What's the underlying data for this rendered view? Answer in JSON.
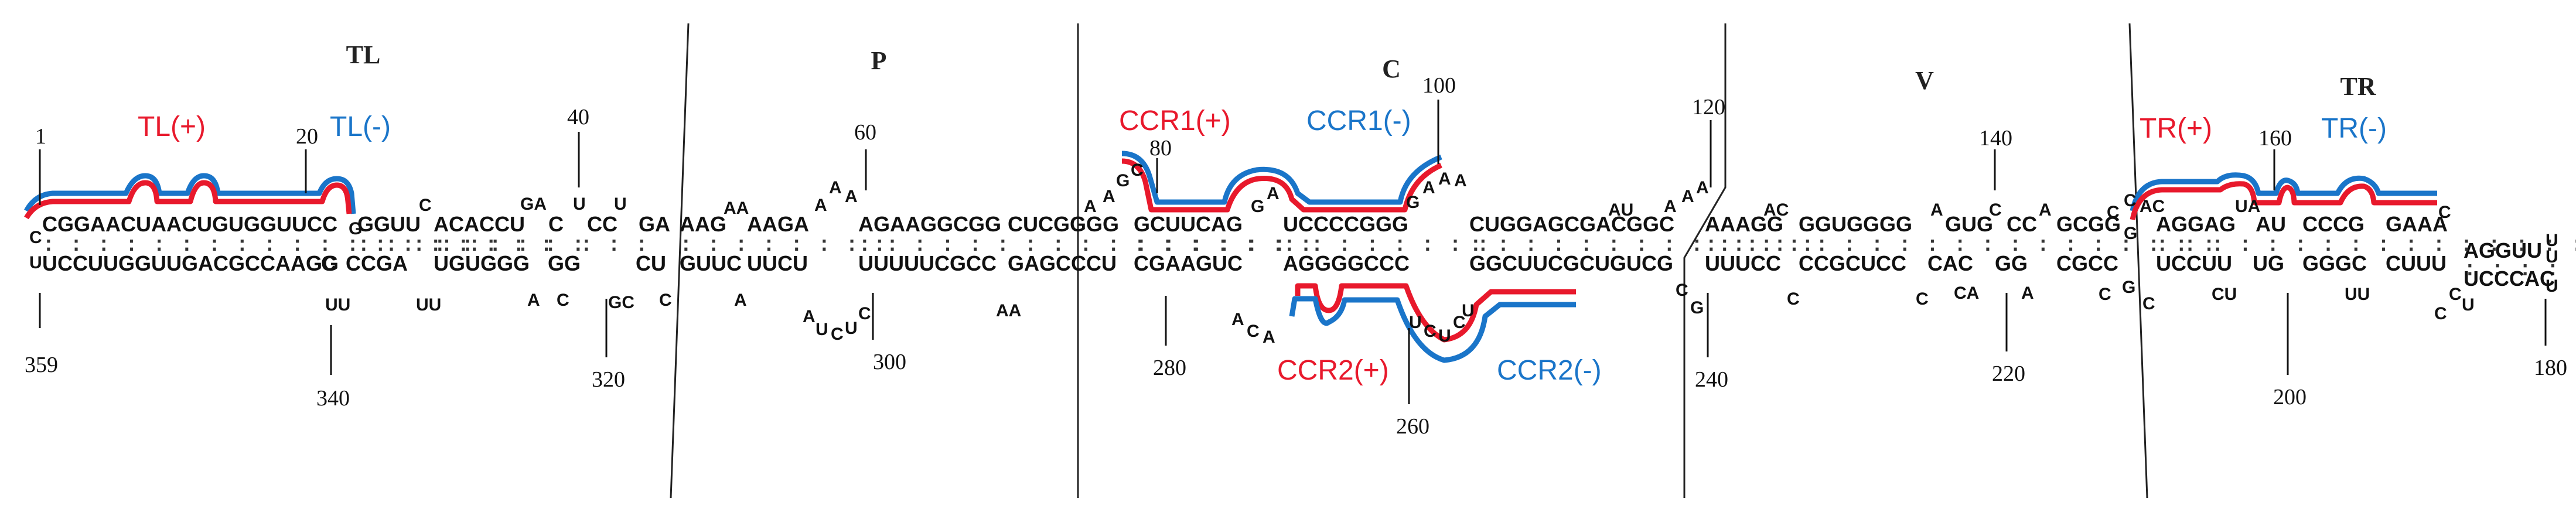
{
  "colors": {
    "plus_strand": "#e8192c",
    "minus_strand": "#1a75c9",
    "text": "#111111"
  },
  "domains": {
    "TL": "TL",
    "P": "P",
    "C": "C",
    "V": "V",
    "TR": "TR"
  },
  "regions": {
    "tl_plus": "TL(+)",
    "tl_minus": "TL(-)",
    "ccr1_plus": "CCR1(+)",
    "ccr1_minus": "CCR1(-)",
    "ccr2_plus": "CCR2(+)",
    "ccr2_minus": "CCR2(-)",
    "tr_plus": "TR(+)",
    "tr_minus": "TR(-)"
  },
  "positions": {
    "p1": "1",
    "p20": "20",
    "p40": "40",
    "p60": "60",
    "p80": "80",
    "p100": "100",
    "p120": "120",
    "p140": "140",
    "p160": "160",
    "p180": "180",
    "p200": "200",
    "p220": "220",
    "p240": "240",
    "p260": "260",
    "p280": "280",
    "p300": "300",
    "p320": "320",
    "p340": "340",
    "p359": "359"
  },
  "top_strand": {
    "t1": "CGGAACUAACUGUGGUUCC",
    "t2": "GGUU",
    "t3": "ACACCU",
    "t4": "C",
    "t5": "CC",
    "t6": "GA",
    "t7": "AAG",
    "t8": "AAGA",
    "t9": "AGAAGGCGG",
    "t10": "CUCGGGG",
    "t11": "GCUUCAG",
    "t12": "UCCCCGGG",
    "t13": "CUGGAGCGACGGC",
    "t14": "AAAGG",
    "t15": "GGUGGGG",
    "t16": "GUG",
    "t17": "CC",
    "t18": "GCGG",
    "t19": "AGGAG",
    "t20": "AU",
    "t21": "CCCG",
    "t22": "GAAA",
    "t23": "AGGUU"
  },
  "bottom_strand": {
    "b1": "UCCUUGGUUGACGCCAAGG",
    "b2": "C",
    "b3": "CCGA",
    "b4": "UGUGGG",
    "b5": "GG",
    "b6": "CU",
    "b7": "GUUC",
    "b8": "UUCU",
    "b9": "UUUUUCGCC",
    "b10": "GAGCCCU",
    "b11": "CGAAGUC",
    "b12": "AGGGGCCC",
    "b13": "GGCUUCGCUGUCG",
    "b14": "UUUCC",
    "b15": "CCGCUCC",
    "b16": "CAC",
    "b17": "GG",
    "b18": "CGCC",
    "b19": "UCCUU",
    "b20": "UG",
    "b21": "GGGC",
    "b22": "CUUU",
    "b23": "UCCCAC"
  },
  "loops": {
    "l1": "C",
    "l2": "U",
    "l3": "G",
    "l4": "C",
    "l5": "GA",
    "l6": "U",
    "l7": "U",
    "l8": "A",
    "l9": "C",
    "l10": "UU",
    "l11": "UU",
    "l12": "A",
    "l13": "GC",
    "l14": "C",
    "l15": "AA",
    "l16": "A",
    "l17": "A",
    "l18": "A",
    "l19": "A",
    "l20": "A",
    "l21": "U",
    "l22": "C",
    "l23": "U",
    "l24": "C",
    "l25": "AA",
    "l26": "A",
    "l27": "A",
    "l28": "G",
    "l29": "C",
    "l30": "G",
    "l31": "A",
    "l32": "G",
    "l33": "A",
    "l34": "A",
    "l35": "A",
    "l36": "A",
    "l37": "C",
    "l38": "A",
    "l39": "U",
    "l40": "C",
    "l41": "U",
    "l42": "C",
    "l43": "U",
    "l44": "AU",
    "l45": "A",
    "l46": "A",
    "l47": "A",
    "l48": "C",
    "l49": "G",
    "l50": "AC",
    "l51": "A",
    "l52": "C",
    "l53": "A",
    "l54": "C",
    "l55": "C",
    "l56": "CA",
    "l57": "A",
    "l58": "C",
    "l59": "C",
    "l60": "G",
    "l61": "C",
    "l62": "G",
    "l63": "AC",
    "l64": "C",
    "l65": "CU",
    "l66": "UU",
    "l67": "U",
    "l68": "U",
    "l69": "C",
    "l70": "U",
    "l71": "C",
    "l72": "U",
    "l73": "C",
    "l74": "UA",
    "l75": "U",
    "l76": "U",
    "l77": "C",
    "l78": "C",
    "l79": "U"
  }
}
